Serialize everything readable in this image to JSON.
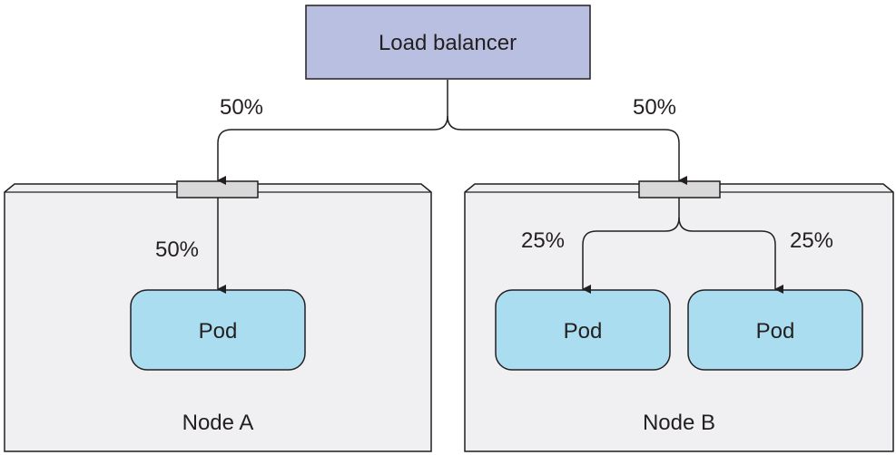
{
  "load_balancer": {
    "label": "Load balancer",
    "fill": "#b8bfe0"
  },
  "node_fill": "#f0f0f2",
  "pod_fill": "#a9ddef",
  "port_fill": "#d9d9d9",
  "edges": {
    "lb_to_node_a": "50%",
    "lb_to_node_b": "50%",
    "node_a_to_pod": "50%",
    "node_b_to_pod_1": "25%",
    "node_b_to_pod_2": "25%"
  },
  "nodes": [
    {
      "label": "Node A",
      "pods": [
        {
          "label": "Pod"
        }
      ]
    },
    {
      "label": "Node B",
      "pods": [
        {
          "label": "Pod"
        },
        {
          "label": "Pod"
        }
      ]
    }
  ]
}
